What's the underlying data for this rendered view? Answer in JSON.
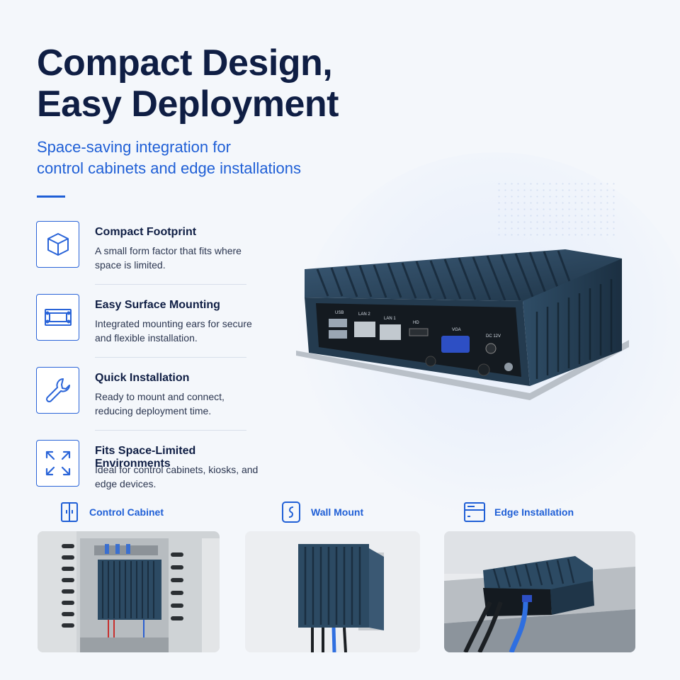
{
  "header": {
    "title_line1": "Compact Design,",
    "title_line2": "Easy Deployment",
    "subtitle_line1": "Space-saving integration for",
    "subtitle_line2": "control cabinets and edge installations"
  },
  "features": [
    {
      "icon": "cube-icon",
      "title": "Compact Footprint",
      "desc": "A small form factor that fits where space is limited."
    },
    {
      "icon": "mounting-ears-icon",
      "title": "Easy Surface Mounting",
      "desc": "Integrated mounting ears for secure and flexible installation."
    },
    {
      "icon": "wrench-icon",
      "title": "Quick Installation",
      "desc": "Ready to mount and connect, reducing deployment time."
    },
    {
      "icon": "expand-arrows-icon",
      "title": "Fits Space-Limited Environments",
      "desc": "Ideal for control cabinets, kiosks, and edge devices."
    }
  ],
  "device_ports": {
    "usb": "USB",
    "lan2": "LAN 2",
    "lan1": "LAN 1",
    "hd": "HD",
    "vga": "VGA",
    "dc": "DC 12V"
  },
  "use_cases": [
    {
      "icon": "cabinet-icon",
      "label": "Control Cabinet"
    },
    {
      "icon": "wall-mount-icon",
      "label": "Wall Mount"
    },
    {
      "icon": "edge-install-icon",
      "label": "Edge Installation"
    }
  ],
  "colors": {
    "accent": "#1f5fd6",
    "title": "#0f1e44",
    "device": "#2c4a63"
  }
}
